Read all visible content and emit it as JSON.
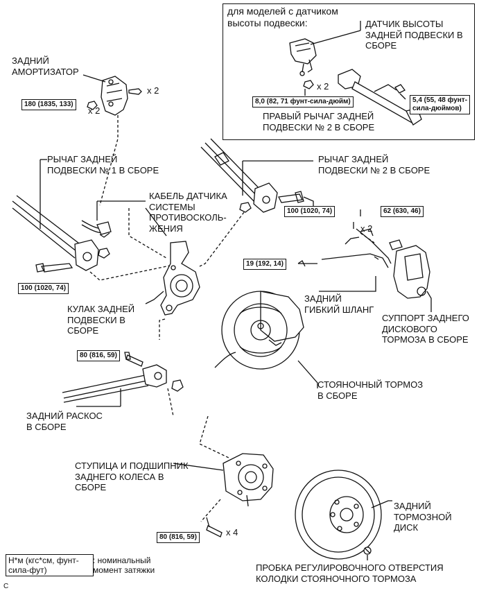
{
  "inset": {
    "title": "для моделей с датчиком\nвысоты подвески:",
    "sensor_label": "ДАТЧИК ВЫСОТЫ\nЗАДНЕЙ ПОДВЕСКИ В\nСБОРЕ",
    "arm_label": "ПРАВЫЙ РЫЧАГ ЗАДНЕЙ\nПОДВЕСКИ № 2 В СБОРЕ",
    "torque_left": "8,0 (82, 71 фунт-сила-дюйм)",
    "torque_right": "5,4 (55, 48 фунт-\nсила-дюймов)",
    "count_x2": "x 2"
  },
  "parts": {
    "shock_absorber": "ЗАДНИЙ\nАМОРТИЗАТОР",
    "arm1": "РЫЧАГ ЗАДНЕЙ\nПОДВЕСКИ № 1 В СБОРЕ",
    "arm2": "РЫЧАГ ЗАДНЕЙ\nПОДВЕСКИ № 2 В СБОРЕ",
    "abs_cable": "КАБЕЛЬ ДАТЧИКА\nСИСТЕМЫ\nПРОТИВОСКОЛЬ-\nЖЕНИЯ",
    "knuckle": "КУЛАК ЗАДНЕЙ\nПОДВЕСКИ В\nСБОРЕ",
    "flex_hose": "ЗАДНИЙ\nГИБКИЙ ШЛАНГ",
    "caliper": "СУППОРТ ЗАДНЕГО\nДИСКОВОГО\nТОРМОЗА В СБОРЕ",
    "parking_brake": "СТОЯНОЧНЫЙ ТОРМОЗ\nВ СБОРЕ",
    "strut_rod": "ЗАДНИЙ РАСКОС\nВ СБОРЕ",
    "hub_bearing": "СТУПИЦА И ПОДШИПНИК\nЗАДНЕГО КОЛЕСА В\nСБОРЕ",
    "brake_disc": "ЗАДНИЙ\nТОРМОЗНОЙ\nДИСК",
    "plug": "ПРОБКА РЕГУЛИРОВОЧНОГО ОТВЕРСТИЯ\nКОЛОДКИ СТОЯНОЧНОГО ТОРМОЗА"
  },
  "torques": {
    "shock": "180 (1835, 133)",
    "arm2": "100 (1020, 74)",
    "arm1": "100 (1020, 74)",
    "caliper": "62 (630, 46)",
    "hose": "19 (192, 14)",
    "strut": "80 (816, 59)",
    "hub": "80 (816, 59)"
  },
  "counts": {
    "shock_top": "x 2",
    "shock_left": "x 2",
    "caliper": "x 2",
    "hub": "x 4"
  },
  "legend": {
    "units": "Н*м (кгс*см, фунт-\nсила-фут)",
    "text": ": номинальный\nмомент затяжки"
  },
  "corner_mark": "C"
}
